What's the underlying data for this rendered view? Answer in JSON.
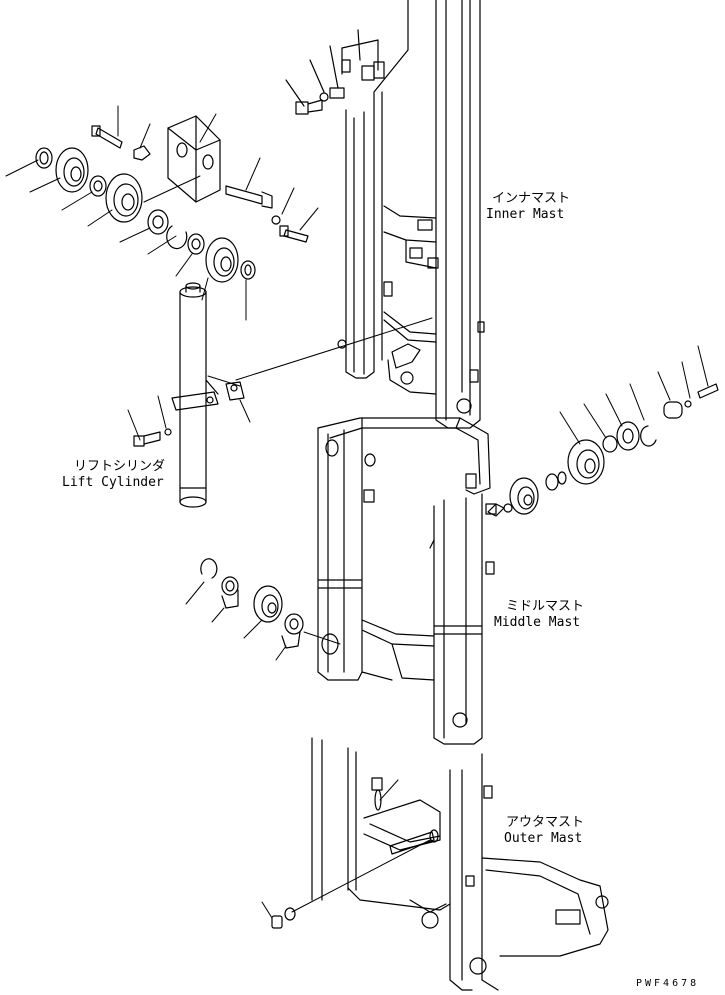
{
  "labels": {
    "inner_mast": {
      "ja": "インナマスト",
      "en": "Inner Mast"
    },
    "lift_cylinder": {
      "ja": "リフトシリンダ",
      "en": "Lift Cylinder"
    },
    "middle_mast": {
      "ja": "ミドルマスト",
      "en": "Middle Mast"
    },
    "outer_mast": {
      "ja": "アウタマスト",
      "en": "Outer Mast"
    }
  },
  "drawing_code": "PWF4678"
}
